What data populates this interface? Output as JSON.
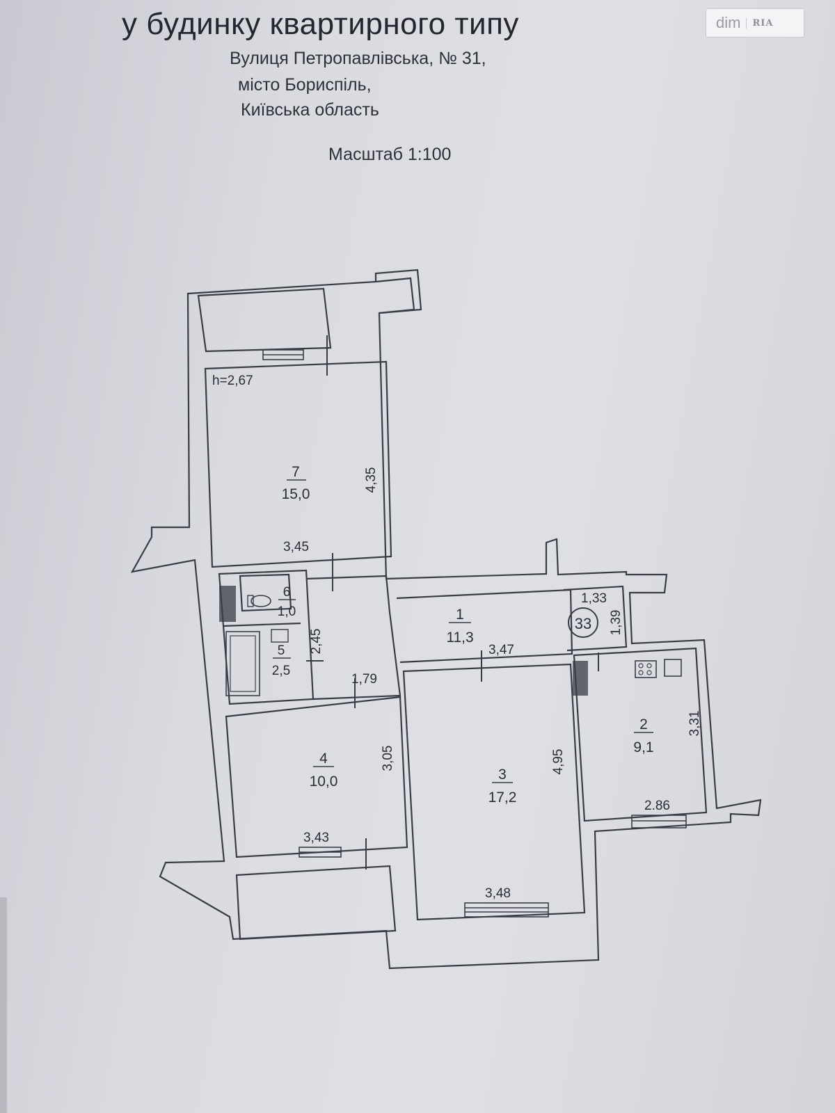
{
  "header": {
    "title": "у будинку квартирного типу",
    "address_line1": "Вулиця Петропавлівська, № 31,",
    "address_line2": "місто Бориспіль,",
    "address_line3": "Київська область",
    "scale": "Масштаб 1:100"
  },
  "watermark": {
    "brand": "dim",
    "logo_text": "RIA"
  },
  "plan": {
    "ceiling_height": "h=2,67",
    "apartment_number": "33",
    "rooms": [
      {
        "number": "7",
        "area": "15,0"
      },
      {
        "number": "6",
        "area": "1,0"
      },
      {
        "number": "5",
        "area": "2,5"
      },
      {
        "number": "4",
        "area": "10,0"
      },
      {
        "number": "1",
        "area": "11,3"
      },
      {
        "number": "3",
        "area": "17,2"
      },
      {
        "number": "2",
        "area": "9,1"
      }
    ],
    "dimensions": {
      "room7_height": "4,35",
      "room7_width": "3,45",
      "bath_height": "2,45",
      "corridor_width": "1,79",
      "room4_height": "3,05",
      "room4_width": "3,43",
      "hall_width": "3,47",
      "room3_height": "4,95",
      "room3_width": "3,48",
      "entry_width": "1,33",
      "entry_height": "1,39",
      "kitchen_height": "3,31",
      "kitchen_width": "2.86"
    }
  }
}
